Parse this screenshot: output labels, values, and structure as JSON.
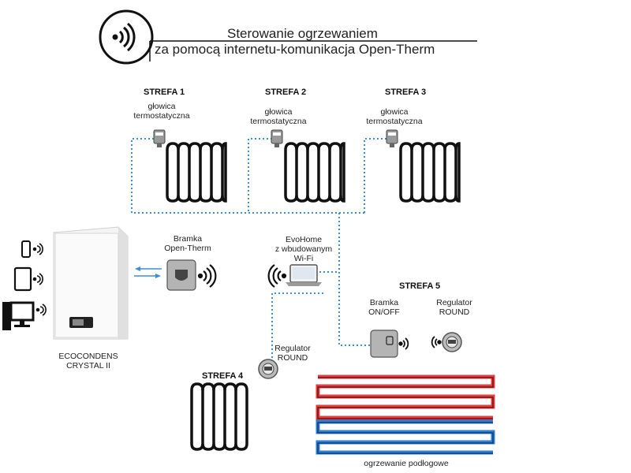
{
  "title": {
    "line1": "Sterowanie ogrzewaniem",
    "line2": "za pomocą internetu-komunikacja Open-Therm"
  },
  "zones": {
    "z1": "STREFA 1",
    "z2": "STREFA 2",
    "z3": "STREFA 3",
    "z4": "STREFA 4",
    "z5": "STREFA 5"
  },
  "thermostatic_head": {
    "line1": "głowica",
    "line2": "termostatyczna"
  },
  "gateway_opentherm": {
    "line1": "Bramka",
    "line2": "Open-Therm"
  },
  "evohome": {
    "line1": "EvoHome",
    "line2": "z wbudowanym",
    "line3": "Wi-Fi"
  },
  "gateway_onoff": {
    "line1": "Bramka",
    "line2": "ON/OFF"
  },
  "regulator_round": {
    "line1": "Regulator",
    "line2": "ROUND"
  },
  "boiler": {
    "line1": "ECOCONDENS",
    "line2": "CRYSTAL II"
  },
  "floor_heating": "ogrzewanie podłogowe",
  "colors": {
    "wifi_line": "#3a8fd6",
    "pipe_hot": "#d32f2f",
    "pipe_cold": "#2e7fd0",
    "outline": "#111111"
  },
  "icons": [
    "wifi-icon",
    "phone-icon",
    "tablet-icon",
    "desktop-icon",
    "radiator-icon",
    "thermostatic-head-icon",
    "gateway-icon",
    "laptop-icon",
    "regulator-icon"
  ]
}
